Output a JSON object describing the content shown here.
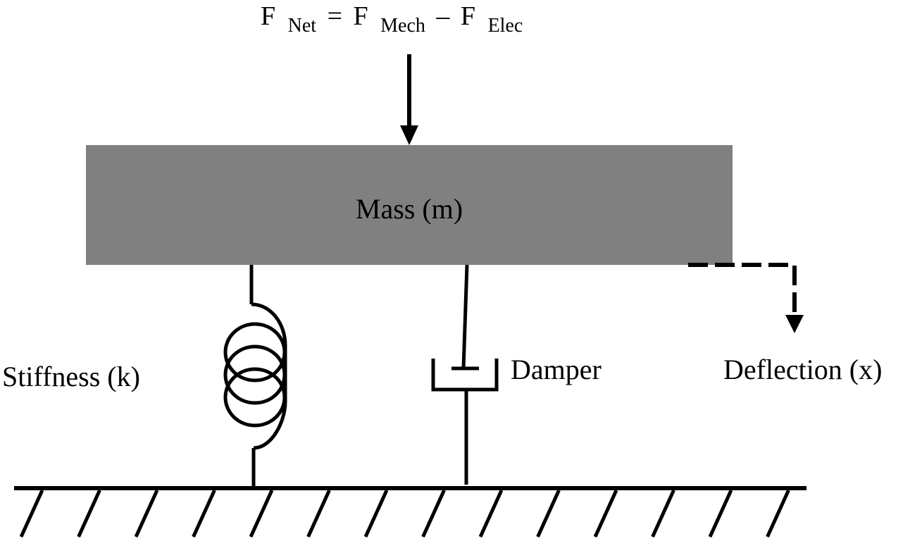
{
  "equation": {
    "lhs": "F",
    "lhs_sub": "Net",
    "equals": "=",
    "term1": "F",
    "term1_sub": "Mech",
    "minus": "–",
    "term2": "F",
    "term2_sub": "Elec"
  },
  "labels": {
    "mass": "Mass (m)",
    "stiffness": "Stiffness (k)",
    "damper": "Damper",
    "deflection": "Deflection (x)"
  },
  "colors": {
    "mass_fill": "#808080",
    "stroke": "#000000",
    "background": "#ffffff"
  }
}
